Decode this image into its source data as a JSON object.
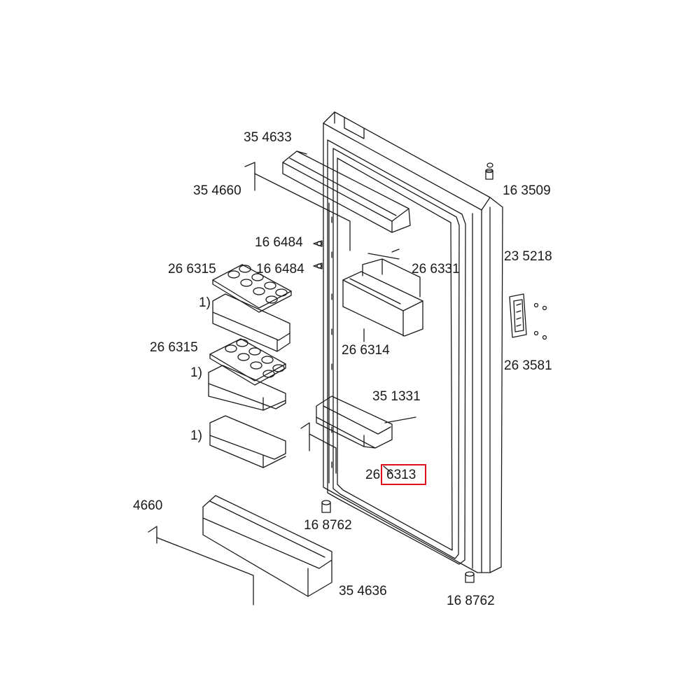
{
  "labels": {
    "l354633": "35 4633",
    "l354660": "35 4660",
    "l163509": "16 3509",
    "l166484a": "16 6484",
    "l166484b": "16 6484",
    "l266315a": "26 6315",
    "l266331": "26 6331",
    "l235218": "23 5218",
    "l1a": "1)",
    "l266315b": "26 6315",
    "l266314": "26 6314",
    "l263581": "26 3581",
    "l1b": "1)",
    "l351331": "35 1331",
    "l1c": "1)",
    "l26": "26",
    "l6313": "6313",
    "l4660": "4660",
    "l168762a": "16 8762",
    "l354636": "35 4636",
    "l168762b": "16 8762"
  },
  "colors": {
    "line": "#1a1a1a",
    "highlight": "#e0101c",
    "background": "#ffffff"
  }
}
